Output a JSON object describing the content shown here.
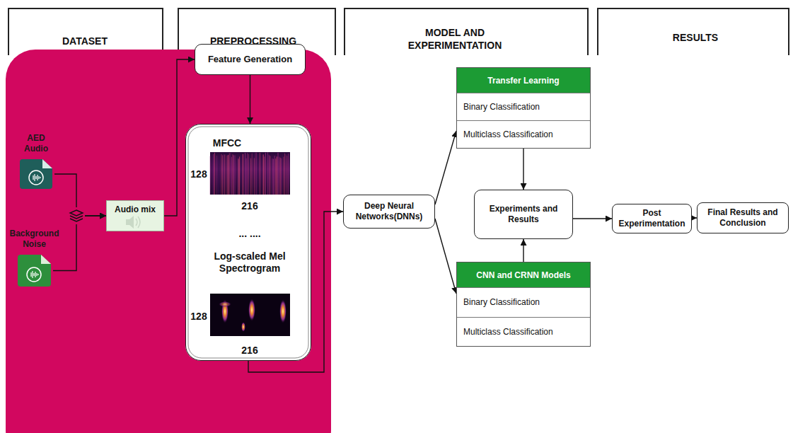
{
  "diagram": {
    "nodes": [
      {
        "text": [
          "AED Audio"
        ]
      },
      {
        "text": [
          "Background Noise"
        ]
      },
      {
        "text": [
          "Audio mix"
        ]
      },
      {
        "text": [
          "Feature Generation"
        ]
      },
      {
        "text": [
          "MFCC",
          "128",
          "216",
          "... ....",
          "Log-scaled Mel Spectrogram",
          "128",
          "216"
        ]
      },
      {
        "text": [
          "Deep Neural Networks(DNNs)"
        ]
      },
      {
        "text": [
          "Transfer Learning",
          "Binary Classification",
          "Multiclass Classification"
        ]
      },
      {
        "text": [
          "CNN and CRNN Models",
          "Binary Classification",
          "Multiclass Classification"
        ]
      },
      {
        "text": [
          "Experiments and Results"
        ]
      },
      {
        "text": [
          "Post Experimentation"
        ]
      },
      {
        "text": [
          "Final Results and Conclusion"
        ]
      }
    ],
    "edges": [
      {
        "from": 0,
        "to": 2,
        "arrow": "to"
      },
      {
        "from": 1,
        "to": 2,
        "arrow": "to"
      },
      {
        "from": 2,
        "to": 3,
        "arrow": "to"
      },
      {
        "from": 3,
        "to": 4,
        "arrow": "to"
      },
      {
        "from": 4,
        "to": 5,
        "arrow": "to"
      },
      {
        "from": 5,
        "to": 6,
        "arrow": "to"
      },
      {
        "from": 5,
        "to": 7,
        "arrow": "to"
      },
      {
        "from": 6,
        "to": 8,
        "arrow": "to"
      },
      {
        "from": 7,
        "to": 8,
        "arrow": "to"
      },
      {
        "from": 8,
        "to": 9,
        "arrow": "to"
      },
      {
        "from": 9,
        "to": 10,
        "arrow": "to"
      }
    ],
    "labels": [
      "DATASET",
      "PREPROCESSING",
      "MODEL AND EXPERIMENTATION",
      "RESULTS"
    ]
  }
}
